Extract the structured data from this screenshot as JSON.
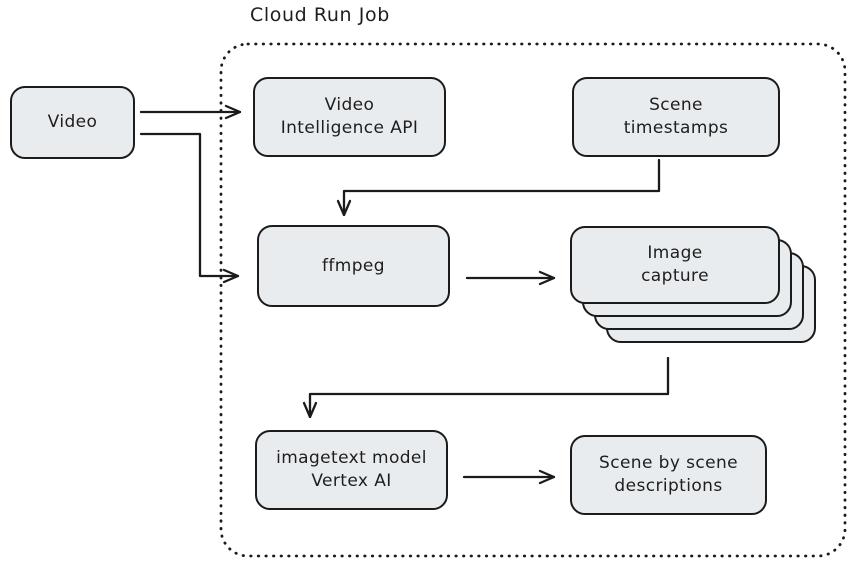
{
  "diagram": {
    "title": "Cloud Run Job",
    "colors": {
      "node_fill": "#e9ecef",
      "stroke": "#1b1b1b",
      "background": "#ffffff"
    },
    "nodes": {
      "video": {
        "label": "Video"
      },
      "video_intelligence_api": {
        "label": "Video\nIntelligence API"
      },
      "scene_timestamps": {
        "label": "Scene\ntimestamps"
      },
      "ffmpeg": {
        "label": "ffmpeg"
      },
      "image_capture": {
        "label": "Image\ncapture",
        "stack_count": 4
      },
      "imagetext_model": {
        "label": "imagetext model\nVertex AI"
      },
      "scene_descriptions": {
        "label": "Scene by scene\ndescriptions"
      }
    },
    "edges": [
      {
        "from": "video",
        "to": "video_intelligence_api"
      },
      {
        "from": "video",
        "to": "ffmpeg"
      },
      {
        "from": "video_intelligence_api",
        "to": "scene_timestamps"
      },
      {
        "from": "scene_timestamps",
        "to": "ffmpeg"
      },
      {
        "from": "ffmpeg",
        "to": "image_capture"
      },
      {
        "from": "image_capture",
        "to": "imagetext_model"
      },
      {
        "from": "imagetext_model",
        "to": "scene_descriptions"
      }
    ]
  }
}
